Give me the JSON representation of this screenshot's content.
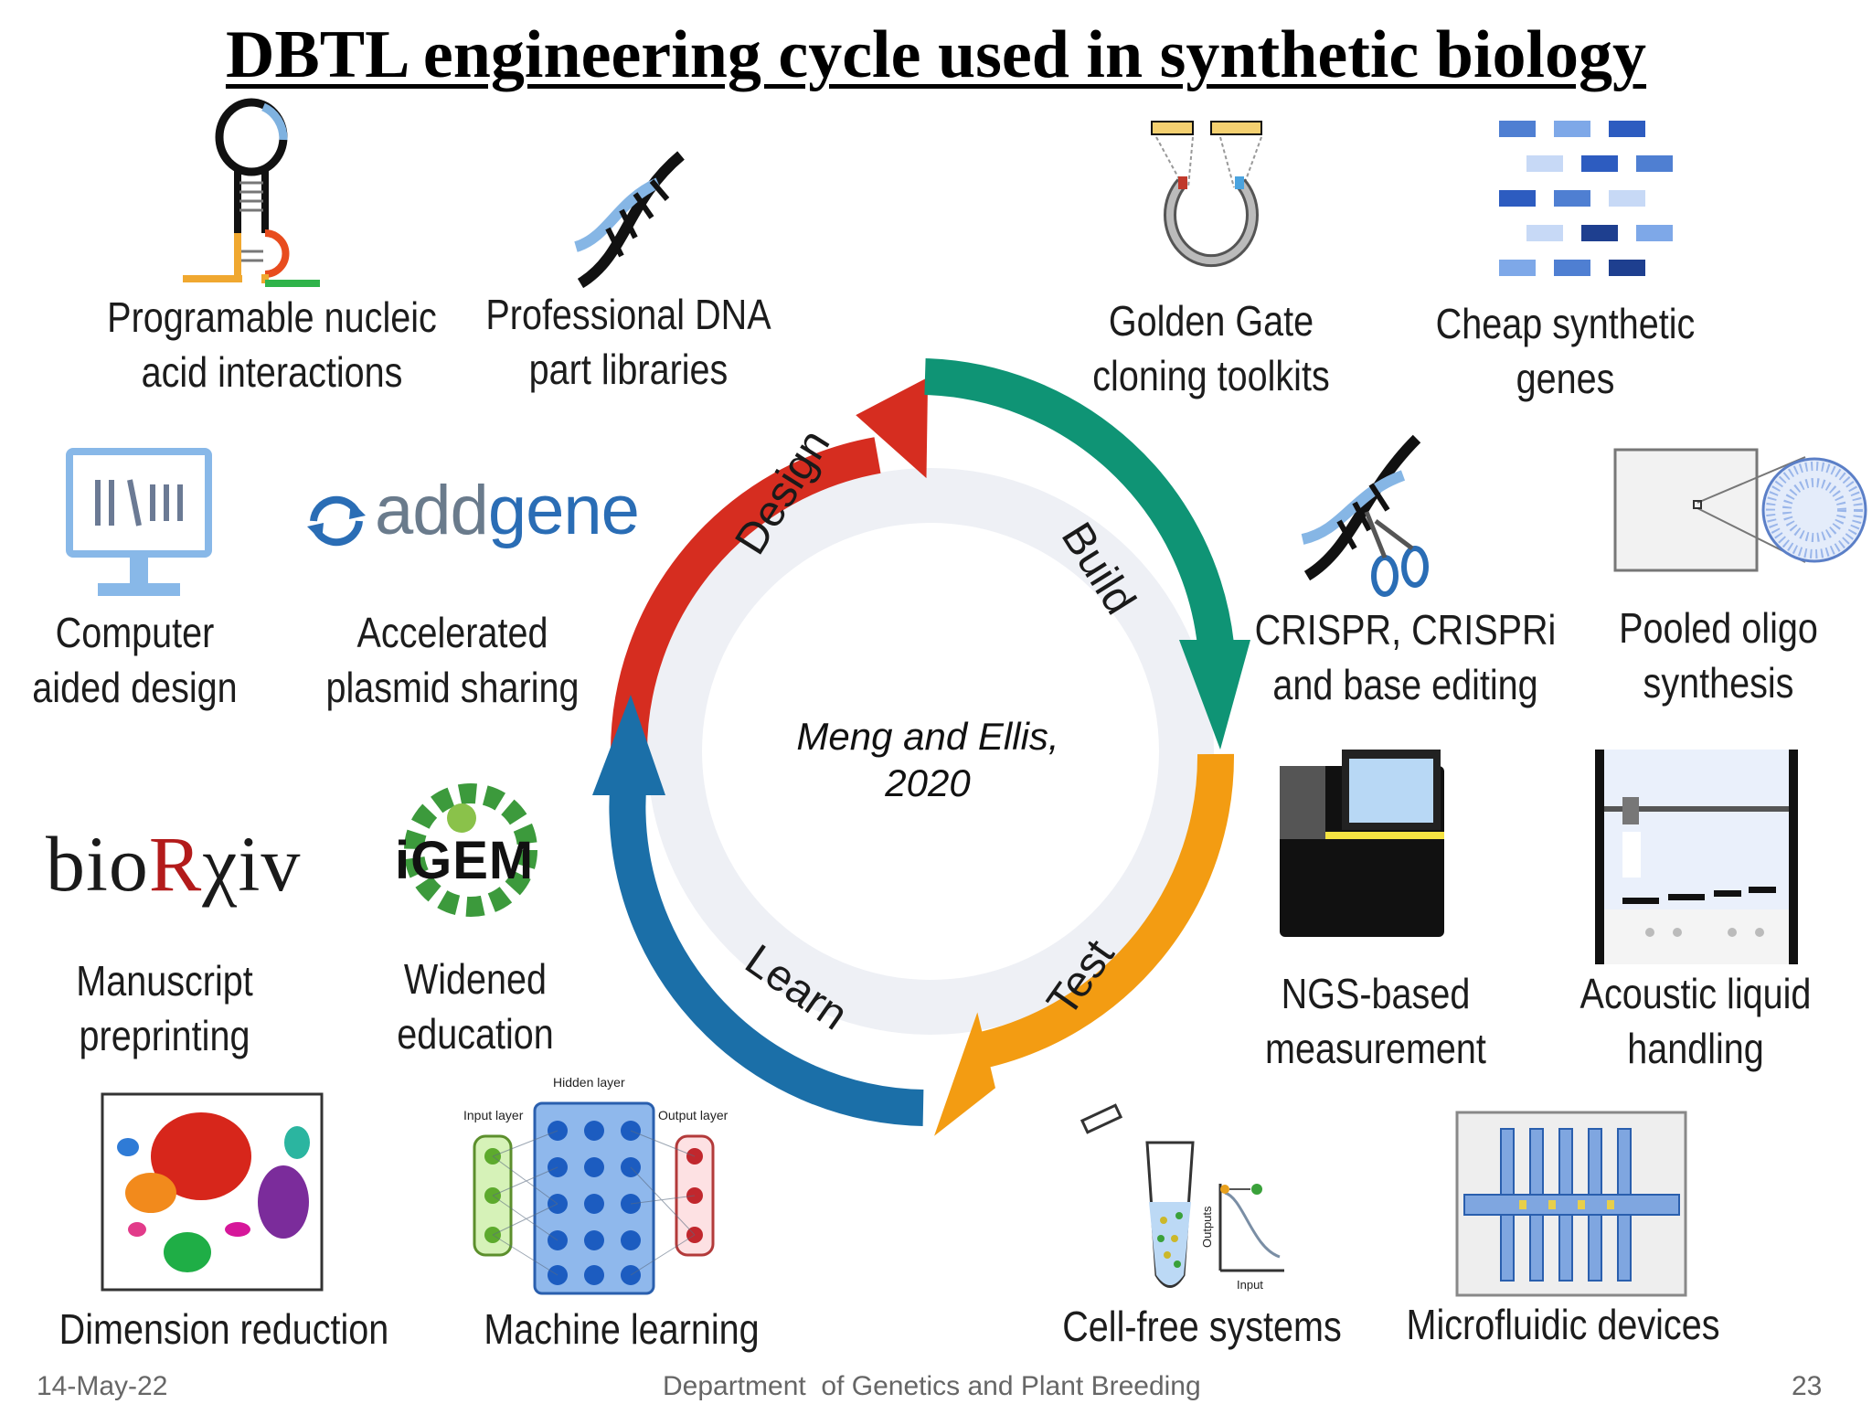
{
  "title": "DBTL engineering cycle used in synthetic biology",
  "cycle": {
    "design": "Design",
    "build": "Build",
    "test": "Test",
    "learn": "Learn",
    "citation_line1": "Meng and Ellis,",
    "citation_line2": "2020",
    "colors": {
      "design": "#d62d20",
      "build": "#0f9475",
      "test": "#f39c12",
      "learn": "#1b6fa8"
    }
  },
  "tools": {
    "nucleic": [
      "Programable nucleic",
      "acid interactions"
    ],
    "dna_libraries": [
      "Professional DNA",
      "part libraries"
    ],
    "golden_gate": [
      "Golden Gate",
      "cloning toolkits"
    ],
    "synthetic_genes": [
      "Cheap synthetic",
      "genes"
    ],
    "cad": [
      "Computer",
      "aided design"
    ],
    "plasmid": [
      "Accelerated",
      "plasmid sharing"
    ],
    "crispr": [
      "CRISPR, CRISPRi",
      "and base editing"
    ],
    "oligo": [
      "Pooled oligo",
      "synthesis"
    ],
    "preprint": [
      "Manuscript",
      "preprinting"
    ],
    "education": [
      "Widened",
      "education"
    ],
    "ngs": [
      "NGS-based",
      "measurement"
    ],
    "acoustic": [
      "Acoustic liquid",
      "handling"
    ],
    "dimension": "Dimension reduction",
    "ml": "Machine learning",
    "cellfree": "Cell-free systems",
    "microfluidic": "Microfluidic devices"
  },
  "logos": {
    "addgene_a": "add",
    "addgene_b": "gene",
    "biorxiv_a": "bio",
    "biorxiv_b": "R",
    "biorxiv_c": "χ",
    "biorxiv_d": "iv",
    "igem": "iGEM"
  },
  "nn": {
    "input": "Input layer",
    "hidden": "Hidden layer",
    "output": "Output layer"
  },
  "cellfree_axes": {
    "y": "Outputs",
    "x": "Input"
  },
  "footer": {
    "date": "14-May-22",
    "dept": "Department  of Genetics and Plant Breeding",
    "page": "23"
  }
}
